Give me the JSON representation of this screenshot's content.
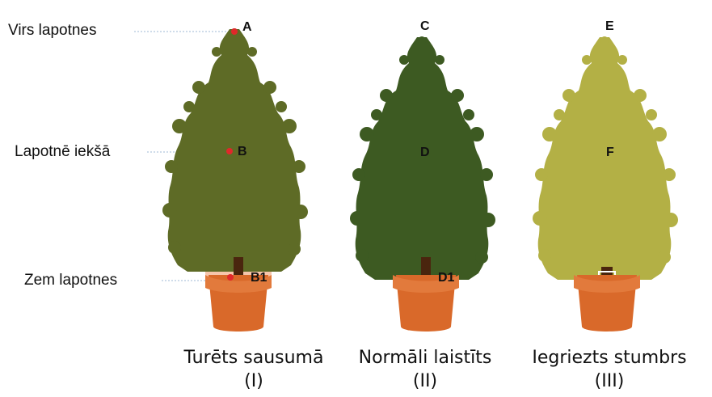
{
  "side_labels": {
    "above": "Virs lapotnes",
    "inside": "Lapotnē iekšā",
    "below": "Zem lapotnes"
  },
  "points": {
    "a": "A",
    "b": "B",
    "b1": "B1",
    "c": "C",
    "d": "D",
    "d1": "D1",
    "e": "E",
    "f": "F"
  },
  "captions": [
    {
      "title": "Turēts sausumā",
      "numeral": "(I)"
    },
    {
      "title": "Normāli laistīts",
      "numeral": "(II)"
    },
    {
      "title": "Iegriezts stumbrs",
      "numeral": "(III)"
    }
  ],
  "colors": {
    "foliage_drought": "#5e6b26",
    "foliage_watered": "#3d5a22",
    "foliage_girdled": "#b3b045",
    "pot": "#d9692a",
    "pot_rim": "#e27a3c",
    "trunk": "#4a250e",
    "soil": "#f6c5ab",
    "sample_point": "#e0282a",
    "guide_line": "#9fb8d6"
  }
}
